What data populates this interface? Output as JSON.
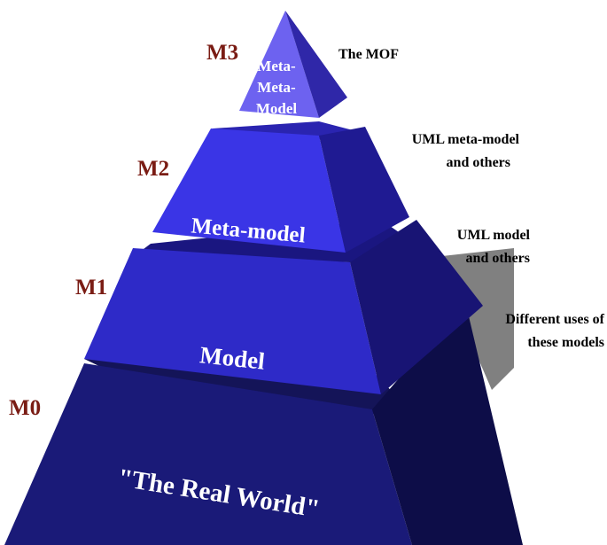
{
  "colors": {
    "level_label": "#7a1c14",
    "m3_front": "#6d62f0",
    "m3_side": "#2f27a8",
    "m2_front": "#3a35e6",
    "m2_side": "#1f1a92",
    "m1_front": "#2e2ac8",
    "m1_side": "#181474",
    "m0_front": "#1a1a78",
    "m0_side": "#0d0d48",
    "shadow": "#808080"
  },
  "levels": [
    {
      "id": "m3",
      "level": "M3",
      "face_lines": [
        "Meta-",
        "Meta-",
        "Model"
      ],
      "description_lines": [
        "The MOF"
      ]
    },
    {
      "id": "m2",
      "level": "M2",
      "face_lines": [
        "Meta-model"
      ],
      "description_lines": [
        "UML meta-model",
        "and others"
      ]
    },
    {
      "id": "m1",
      "level": "M1",
      "face_lines": [
        "Model"
      ],
      "description_lines": [
        "UML model",
        "and others"
      ]
    },
    {
      "id": "m0",
      "level": "M0",
      "face_lines": [
        "\"The Real World\""
      ],
      "description_lines": [
        "Different uses of",
        "these models"
      ]
    }
  ]
}
